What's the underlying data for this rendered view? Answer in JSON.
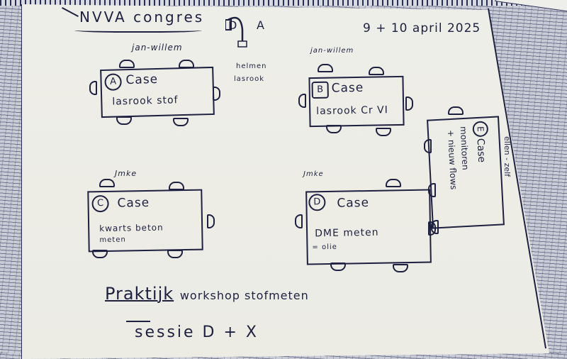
{
  "header": {
    "title": "NVVA congres",
    "date": "9 + 10 april 2025",
    "sketch_labels": [
      "D",
      "A"
    ],
    "sketch_caption": [
      "helmen",
      "lasrook"
    ]
  },
  "tables": [
    {
      "letter": "A",
      "case_label": "Case",
      "description": "lasrook stof",
      "host": "jan-willem"
    },
    {
      "letter": "B",
      "case_label": "Case",
      "description": "lasrook Cr VI",
      "host": "jan-willem"
    },
    {
      "letter": "C",
      "case_label": "Case",
      "description": "kwarts beton",
      "description_sub": "meten",
      "host": "Jmke"
    },
    {
      "letter": "D",
      "case_label": "Case",
      "description": "DME meten",
      "description_sub": "= olie",
      "host": "Jmke"
    },
    {
      "letter": "E",
      "case_label": "Case",
      "description": "monitoren",
      "description_sub": "+ nieuw flows",
      "host": "ellen - zelf"
    }
  ],
  "footer": {
    "title_word": "Praktijk",
    "title_rest": "workshop stofmeten",
    "session": "sessie D + X"
  },
  "colors": {
    "ink": "#1e2040",
    "paper": "#ecece6",
    "background_hatch": "#2a2e55"
  }
}
